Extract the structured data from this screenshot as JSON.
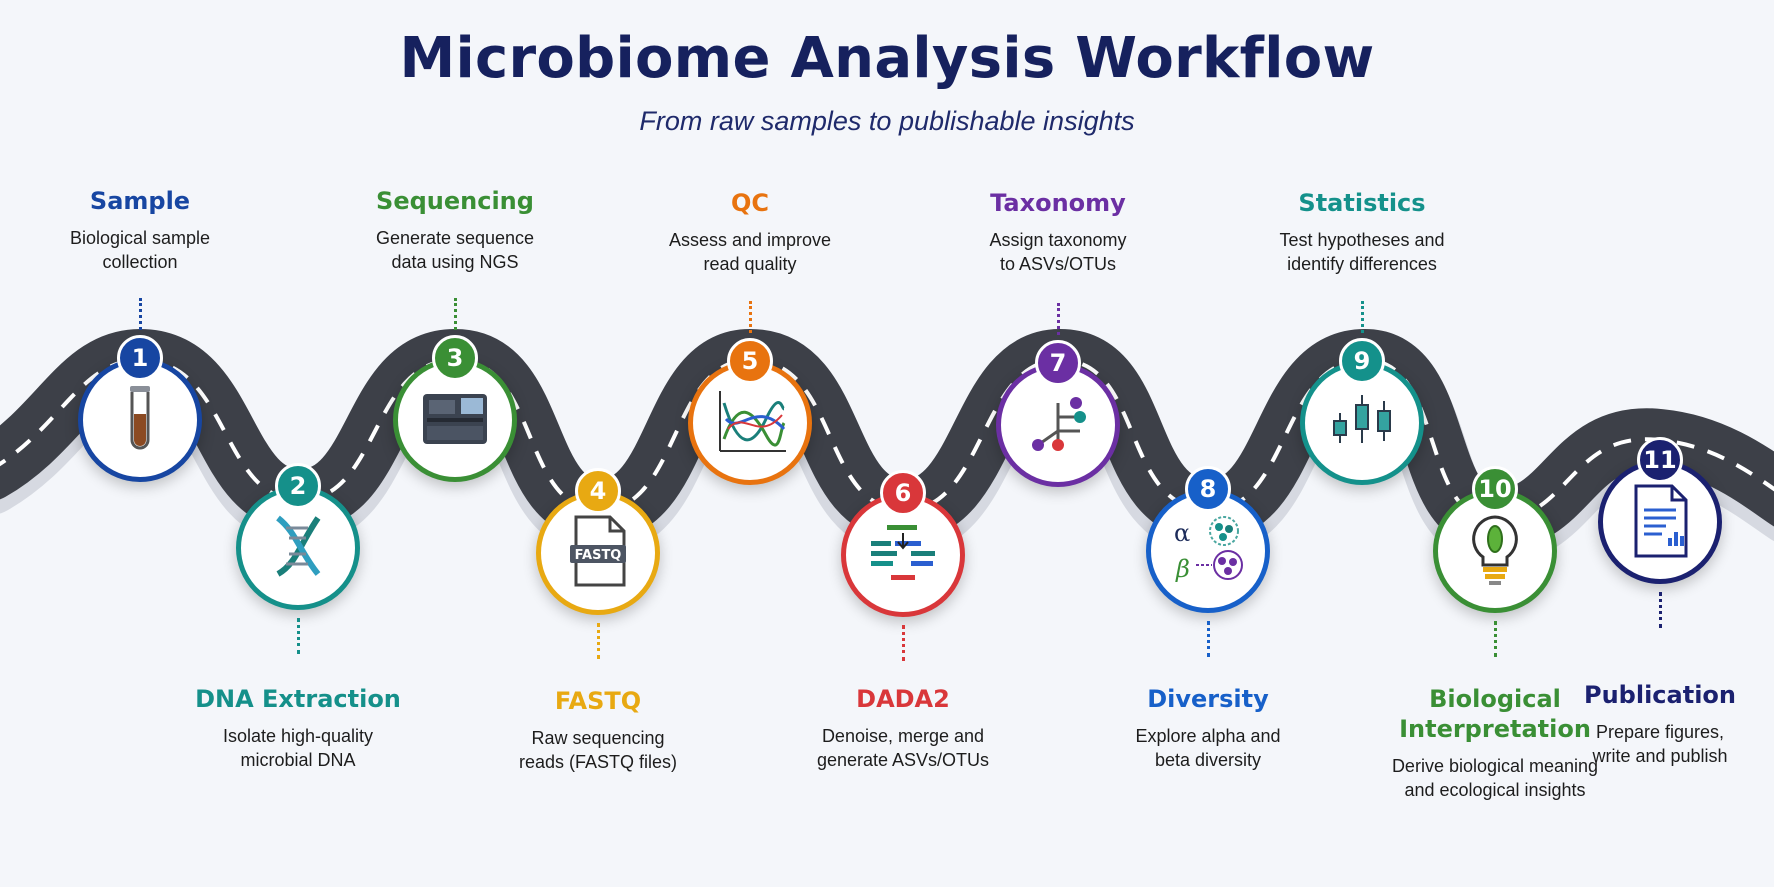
{
  "title": "Microbiome Analysis Workflow",
  "subtitle": "From raw samples to publishable insights",
  "steps": [
    {
      "num": "1",
      "title": "Sample",
      "desc": "Biological sample\ncollection",
      "color": "#1746a2",
      "icon": "test-tube-icon"
    },
    {
      "num": "2",
      "title": "DNA Extraction",
      "desc": "Isolate high-quality\nmicrobial DNA",
      "color": "#15908a",
      "icon": "dna-helix-icon"
    },
    {
      "num": "3",
      "title": "Sequencing",
      "desc": "Generate sequence\ndata using NGS",
      "color": "#3a8f35",
      "icon": "sequencer-machine-icon"
    },
    {
      "num": "4",
      "title": "FASTQ",
      "desc": "Raw sequencing\nreads (FASTQ files)",
      "color": "#e8a912",
      "icon": "fastq-file-icon",
      "file_label": "FASTQ"
    },
    {
      "num": "5",
      "title": "QC",
      "desc": "Assess and improve\nread quality",
      "color": "#e8730f",
      "icon": "quality-chart-icon"
    },
    {
      "num": "6",
      "title": "DADA2",
      "desc": "Denoise, merge and\ngenerate ASVs/OTUs",
      "color": "#d9373a",
      "icon": "denoise-merge-icon"
    },
    {
      "num": "7",
      "title": "Taxonomy",
      "desc": "Assign taxonomy\nto ASVs/OTUs",
      "color": "#6b2fa3",
      "icon": "taxonomy-tree-icon"
    },
    {
      "num": "8",
      "title": "Diversity",
      "desc": "Explore alpha and\nbeta diversity",
      "color": "#1760c9",
      "icon": "alpha-beta-diversity-icon",
      "alpha": "α",
      "beta": "β"
    },
    {
      "num": "9",
      "title": "Statistics",
      "desc": "Test hypotheses and\nidentify differences",
      "color": "#14918b",
      "icon": "boxplot-icon"
    },
    {
      "num": "10",
      "title": "Biological\nInterpretation",
      "desc": "Derive biological meaning\nand ecological insights",
      "color": "#3a8f35",
      "icon": "lightbulb-microbe-icon"
    },
    {
      "num": "11",
      "title": "Publication",
      "desc": "Prepare figures,\nwrite and publish",
      "color": "#1b2170",
      "icon": "document-report-icon"
    }
  ]
}
